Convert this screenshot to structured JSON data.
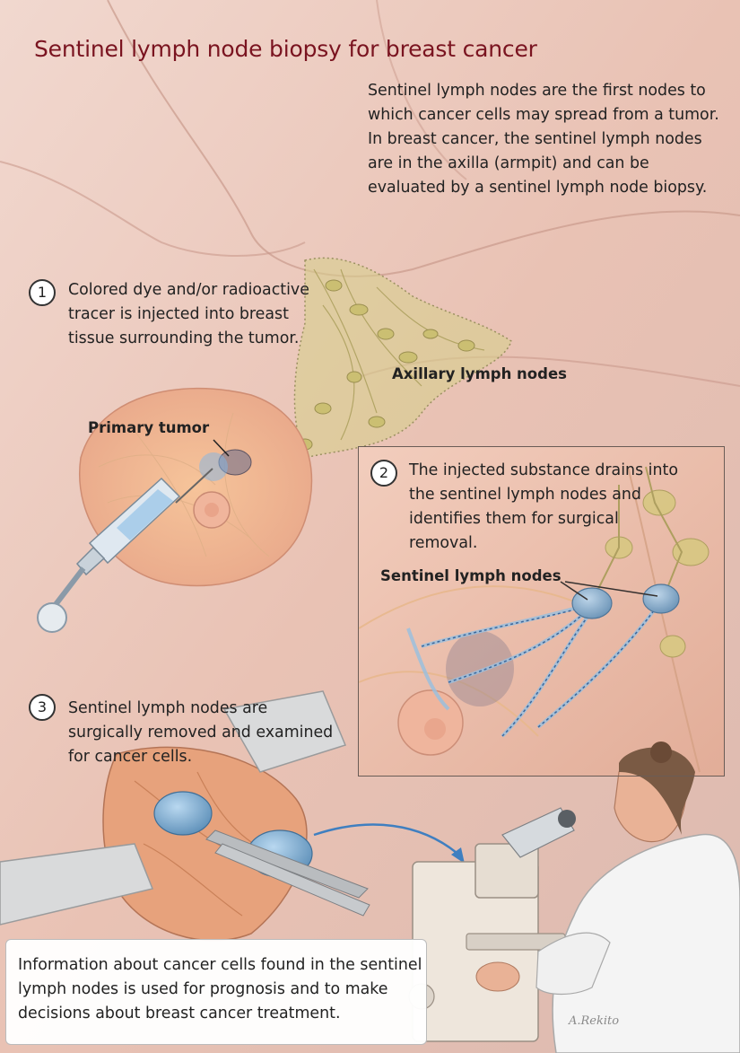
{
  "title": "Sentinel lymph node biopsy for breast cancer",
  "intro": "Sentinel lymph nodes are the first nodes to which cancer cells may spread from a tumor. In breast cancer, the sentinel lymph nodes are in the axilla (armpit) and can be evaluated by a sentinel lymph node biopsy.",
  "steps": [
    {
      "number": "1",
      "text": "Colored dye and/or radioactive tracer is injected into breast tissue surrounding the tumor."
    },
    {
      "number": "2",
      "text": "The injected substance drains into the sentinel lymph nodes and identifies them for surgical removal."
    },
    {
      "number": "3",
      "text": "Sentinel lymph nodes are surgically removed and examined for cancer cells."
    }
  ],
  "labels": {
    "axillary": "Axillary lymph nodes",
    "primary_tumor": "Primary tumor",
    "sentinel": "Sentinel lymph nodes"
  },
  "footer": "Information about cancer cells found in the sentinel lymph nodes is used for prognosis and to make decisions about breast cancer treatment.",
  "signature": "A.Rekito",
  "colors": {
    "title": "#7a1420",
    "skin": "#e8b4a4",
    "lymph": "#d4c97a",
    "tracer": "#6fa8d8"
  }
}
